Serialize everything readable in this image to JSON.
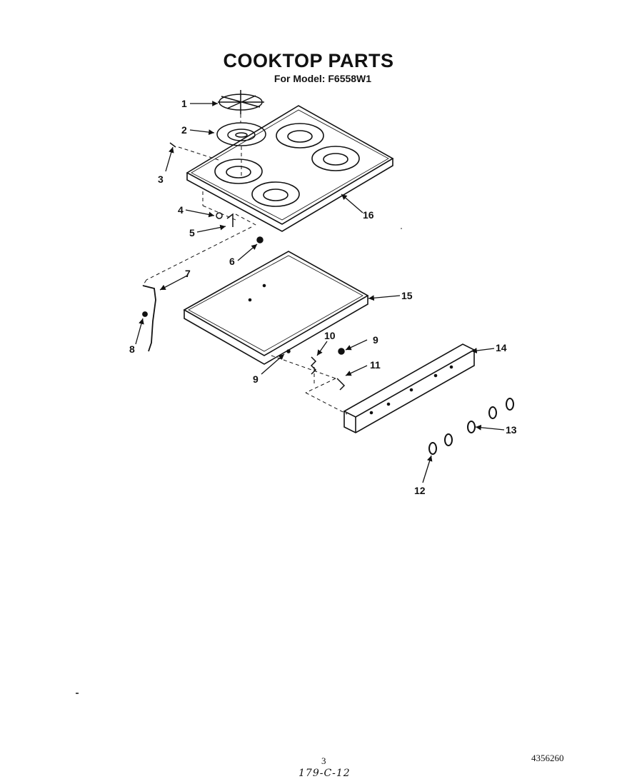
{
  "header": {
    "title": "COOKTOP PARTS",
    "subtitle": "For Model: F6558W1"
  },
  "callouts": [
    {
      "id": "c1",
      "label": "1"
    },
    {
      "id": "c2",
      "label": "2"
    },
    {
      "id": "c3",
      "label": "3"
    },
    {
      "id": "c4",
      "label": "4"
    },
    {
      "id": "c5",
      "label": "5"
    },
    {
      "id": "c6",
      "label": "6"
    },
    {
      "id": "c7",
      "label": "7"
    },
    {
      "id": "c8",
      "label": "8"
    },
    {
      "id": "c9a",
      "label": "9"
    },
    {
      "id": "c9b",
      "label": "9"
    },
    {
      "id": "c10",
      "label": "10"
    },
    {
      "id": "c11",
      "label": "11"
    },
    {
      "id": "c12",
      "label": "12"
    },
    {
      "id": "c13",
      "label": "13"
    },
    {
      "id": "c14",
      "label": "14"
    },
    {
      "id": "c15",
      "label": "15"
    },
    {
      "id": "c16",
      "label": "16"
    }
  ],
  "footer": {
    "page_number": "3",
    "document_number": "4356260",
    "handwritten_note": "179-C-12"
  }
}
